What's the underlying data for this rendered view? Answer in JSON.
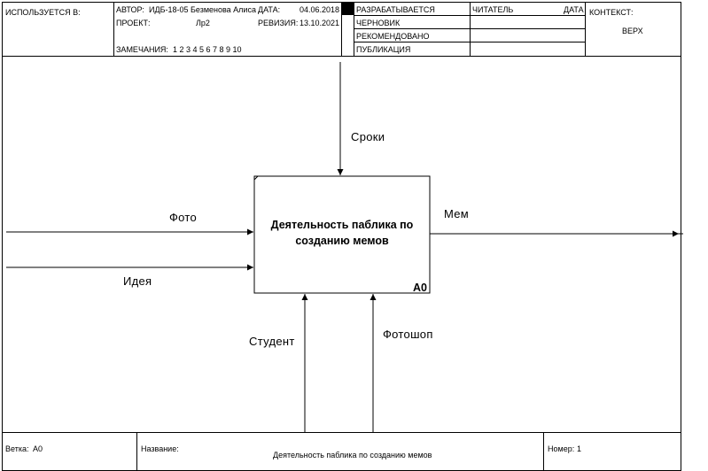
{
  "header": {
    "used_in_label": "ИСПОЛЬЗУЕТСЯ В:",
    "author_label": "АВТОР:",
    "author_value": "ИДБ-18-05 Безменова Алиса",
    "date_label": "ДАТА:",
    "date_value": "04.06.2018",
    "project_label": "ПРОЕКТ:",
    "project_value": "Лр2",
    "revision_label": "РЕВИЗИЯ:",
    "revision_value": "13.10.2021",
    "notes_label": "ЗАМЕЧАНИЯ:",
    "notes_numbers": "1  2  3  4  5  6  7  8  9  10",
    "status": [
      "РАЗРАБАТЫВАЕТСЯ",
      "ЧЕРНОВИК",
      "РЕКОМЕНДОВАНО",
      "ПУБЛИКАЦИЯ"
    ],
    "reader_label": "ЧИТАТЕЛЬ",
    "reader_date_label": "ДАТА",
    "context_label": "КОНТЕКСТ:",
    "context_value": "ВЕРХ"
  },
  "diagram": {
    "box_title_line1": "Деятельность паблика по",
    "box_title_line2": "созданию мемов",
    "box_id": "A0",
    "control_label": "Сроки",
    "input_labels": [
      "Фото",
      "Идея"
    ],
    "output_label": "Мем",
    "mechanism_labels": [
      "Студент",
      "Фотошоп"
    ]
  },
  "footer": {
    "node_label": "Ветка:",
    "node_value": "A0",
    "name_label": "Название:",
    "name_value": "Деятельность паблика по созданию мемов",
    "number_label": "Номер:",
    "number_value": "1"
  }
}
